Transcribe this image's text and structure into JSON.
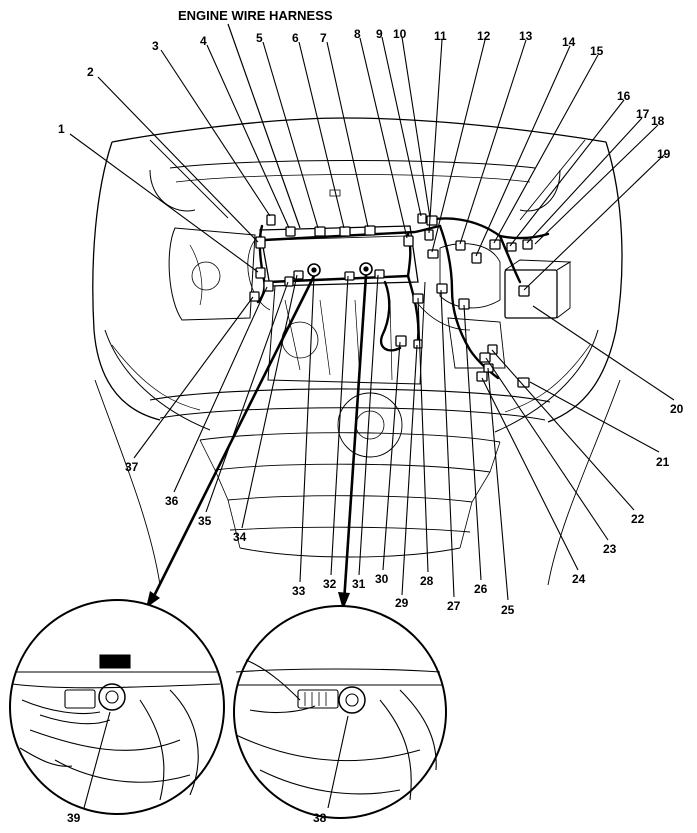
{
  "title": "ENGINE WIRE HARNESS",
  "callouts": [
    "1",
    "2",
    "3",
    "4",
    "5",
    "6",
    "7",
    "8",
    "9",
    "10",
    "11",
    "12",
    "13",
    "14",
    "15",
    "16",
    "17",
    "18",
    "19",
    "20",
    "21",
    "22",
    "23",
    "24",
    "25",
    "26",
    "27",
    "28",
    "29",
    "30",
    "31",
    "32",
    "33",
    "34",
    "35",
    "36",
    "37"
  ],
  "detail_left_label": "39",
  "detail_right_label": "38",
  "icons": [
    "engine-bay-drawing",
    "harness-connector-icon",
    "detail-magnifier-circle"
  ]
}
